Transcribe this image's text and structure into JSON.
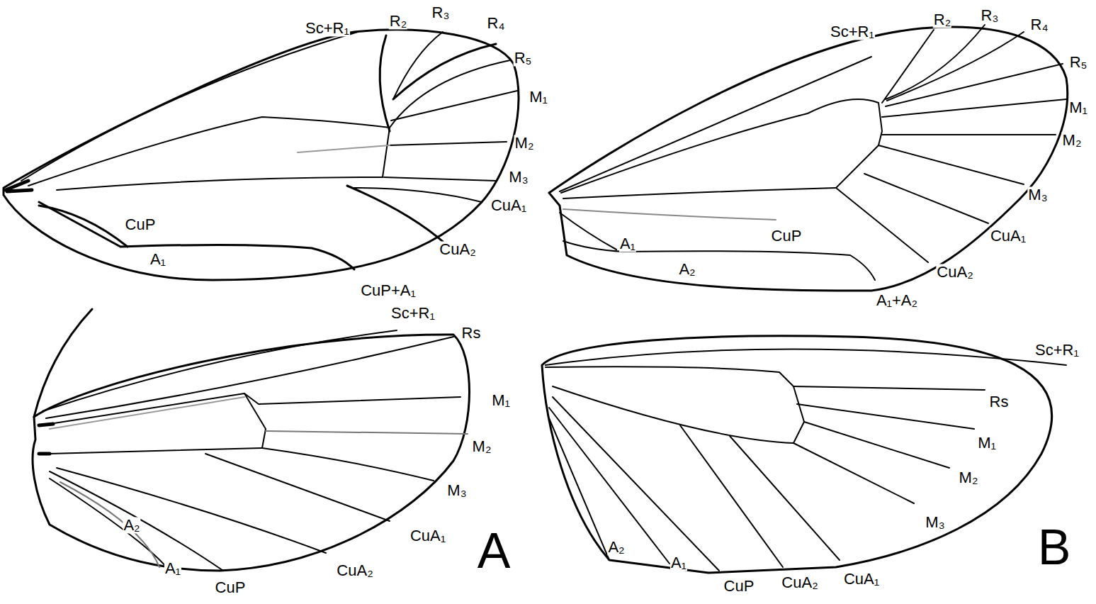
{
  "diagram": {
    "labels": [
      "Sc+R₁",
      "R₂",
      "R₃",
      "R₄",
      "R₅",
      "M₁",
      "M₂",
      "M₃",
      "CuA₁",
      "CuP",
      "A₁",
      "CuA₂",
      "CuP+A₁",
      "Sc+R₁",
      "R₂",
      "R₃",
      "R₄",
      "R₅",
      "M₁",
      "M₂",
      "M₃",
      "CuA₁",
      "CuP",
      "A₁",
      "A₂",
      "CuA₂",
      "A₁+A₂",
      "Sc+R₁",
      "Rs",
      "M₁",
      "M₂",
      "M₃",
      "CuA₁",
      "A₂",
      "CuA₂",
      "A₁",
      "CuP",
      "A",
      "Sc+R₁",
      "Rs",
      "M₁",
      "M₂",
      "M₃",
      "A₂",
      "A₁",
      "CuP",
      "CuA₂",
      "CuA₁",
      "B"
    ]
  }
}
